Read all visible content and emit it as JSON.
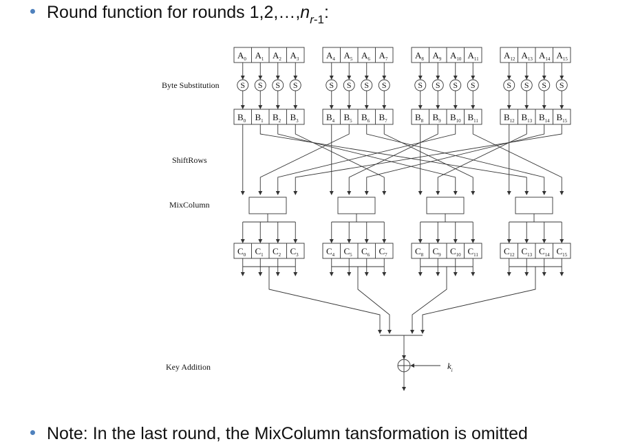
{
  "title": {
    "prefix": "Round function for rounds 1,2,…,",
    "n": "n",
    "sub": "r",
    "sub_suffix": "-1",
    "suffix": ":"
  },
  "note": "Note: In the last round, the MixColumn tansformation is omitted",
  "labels": {
    "byte_substitution": "Byte Substitution",
    "shift_rows": "ShiftRows",
    "mix_column": "MixColumn",
    "key_addition": "Key Addition"
  },
  "sbox_label": "S",
  "key": {
    "base": "k",
    "sub": "i"
  },
  "rows": [
    {
      "name": "A",
      "cells": [
        {
          "base": "A",
          "sub": "0"
        },
        {
          "base": "A",
          "sub": "1"
        },
        {
          "base": "A",
          "sub": "2"
        },
        {
          "base": "A",
          "sub": "3"
        },
        {
          "base": "A",
          "sub": "4"
        },
        {
          "base": "A",
          "sub": "5"
        },
        {
          "base": "A",
          "sub": "6"
        },
        {
          "base": "A",
          "sub": "7"
        },
        {
          "base": "A",
          "sub": "8"
        },
        {
          "base": "A",
          "sub": "9"
        },
        {
          "base": "A",
          "sub": "10"
        },
        {
          "base": "A",
          "sub": "11"
        },
        {
          "base": "A",
          "sub": "12"
        },
        {
          "base": "A",
          "sub": "13"
        },
        {
          "base": "A",
          "sub": "14"
        },
        {
          "base": "A",
          "sub": "15"
        }
      ]
    },
    {
      "name": "B",
      "cells": [
        {
          "base": "B",
          "sub": "0"
        },
        {
          "base": "B",
          "sub": "1"
        },
        {
          "base": "B",
          "sub": "2"
        },
        {
          "base": "B",
          "sub": "3"
        },
        {
          "base": "B",
          "sub": "4"
        },
        {
          "base": "B",
          "sub": "5"
        },
        {
          "base": "B",
          "sub": "6"
        },
        {
          "base": "B",
          "sub": "7"
        },
        {
          "base": "B",
          "sub": "8"
        },
        {
          "base": "B",
          "sub": "9"
        },
        {
          "base": "B",
          "sub": "10"
        },
        {
          "base": "B",
          "sub": "11"
        },
        {
          "base": "B",
          "sub": "12"
        },
        {
          "base": "B",
          "sub": "13"
        },
        {
          "base": "B",
          "sub": "14"
        },
        {
          "base": "B",
          "sub": "15"
        }
      ]
    },
    {
      "name": "C",
      "cells": [
        {
          "base": "C",
          "sub": "0"
        },
        {
          "base": "C",
          "sub": "1"
        },
        {
          "base": "C",
          "sub": "2"
        },
        {
          "base": "C",
          "sub": "3"
        },
        {
          "base": "C",
          "sub": "4"
        },
        {
          "base": "C",
          "sub": "5"
        },
        {
          "base": "C",
          "sub": "6"
        },
        {
          "base": "C",
          "sub": "7"
        },
        {
          "base": "C",
          "sub": "8"
        },
        {
          "base": "C",
          "sub": "9"
        },
        {
          "base": "C",
          "sub": "10"
        },
        {
          "base": "C",
          "sub": "11"
        },
        {
          "base": "C",
          "sub": "12"
        },
        {
          "base": "C",
          "sub": "13"
        },
        {
          "base": "C",
          "sub": "14"
        },
        {
          "base": "C",
          "sub": "15"
        }
      ]
    }
  ],
  "shift_rows_mapping": [
    0,
    5,
    10,
    15,
    4,
    9,
    14,
    3,
    8,
    13,
    2,
    7,
    12,
    1,
    6,
    11
  ],
  "colors": {
    "bullet": "#4f81bd",
    "stroke": "#333333",
    "text": "#111111"
  }
}
